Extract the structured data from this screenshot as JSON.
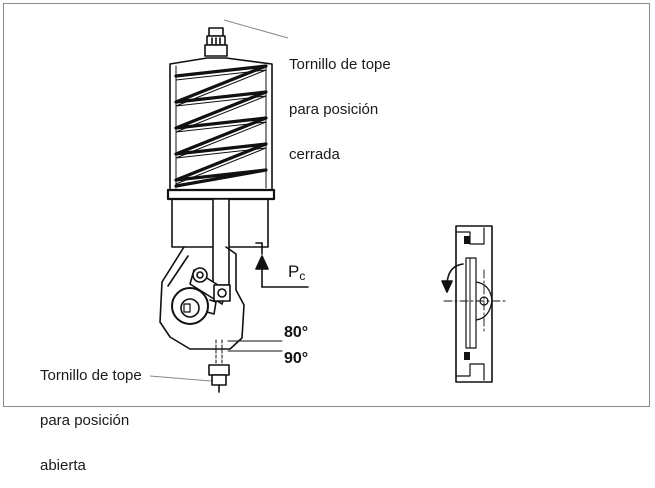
{
  "labels": {
    "closed_stop": [
      "Tornillo de tope",
      "para posición",
      "cerrada"
    ],
    "open_stop": [
      "Tornillo de tope",
      "para posición",
      "abierta"
    ],
    "angle_80": "80°",
    "angle_90": "90°",
    "pressure_main": "P",
    "pressure_sub": "c"
  },
  "colors": {
    "line": "#111111",
    "frame": "#8a8a8a",
    "leader": "#888888"
  }
}
